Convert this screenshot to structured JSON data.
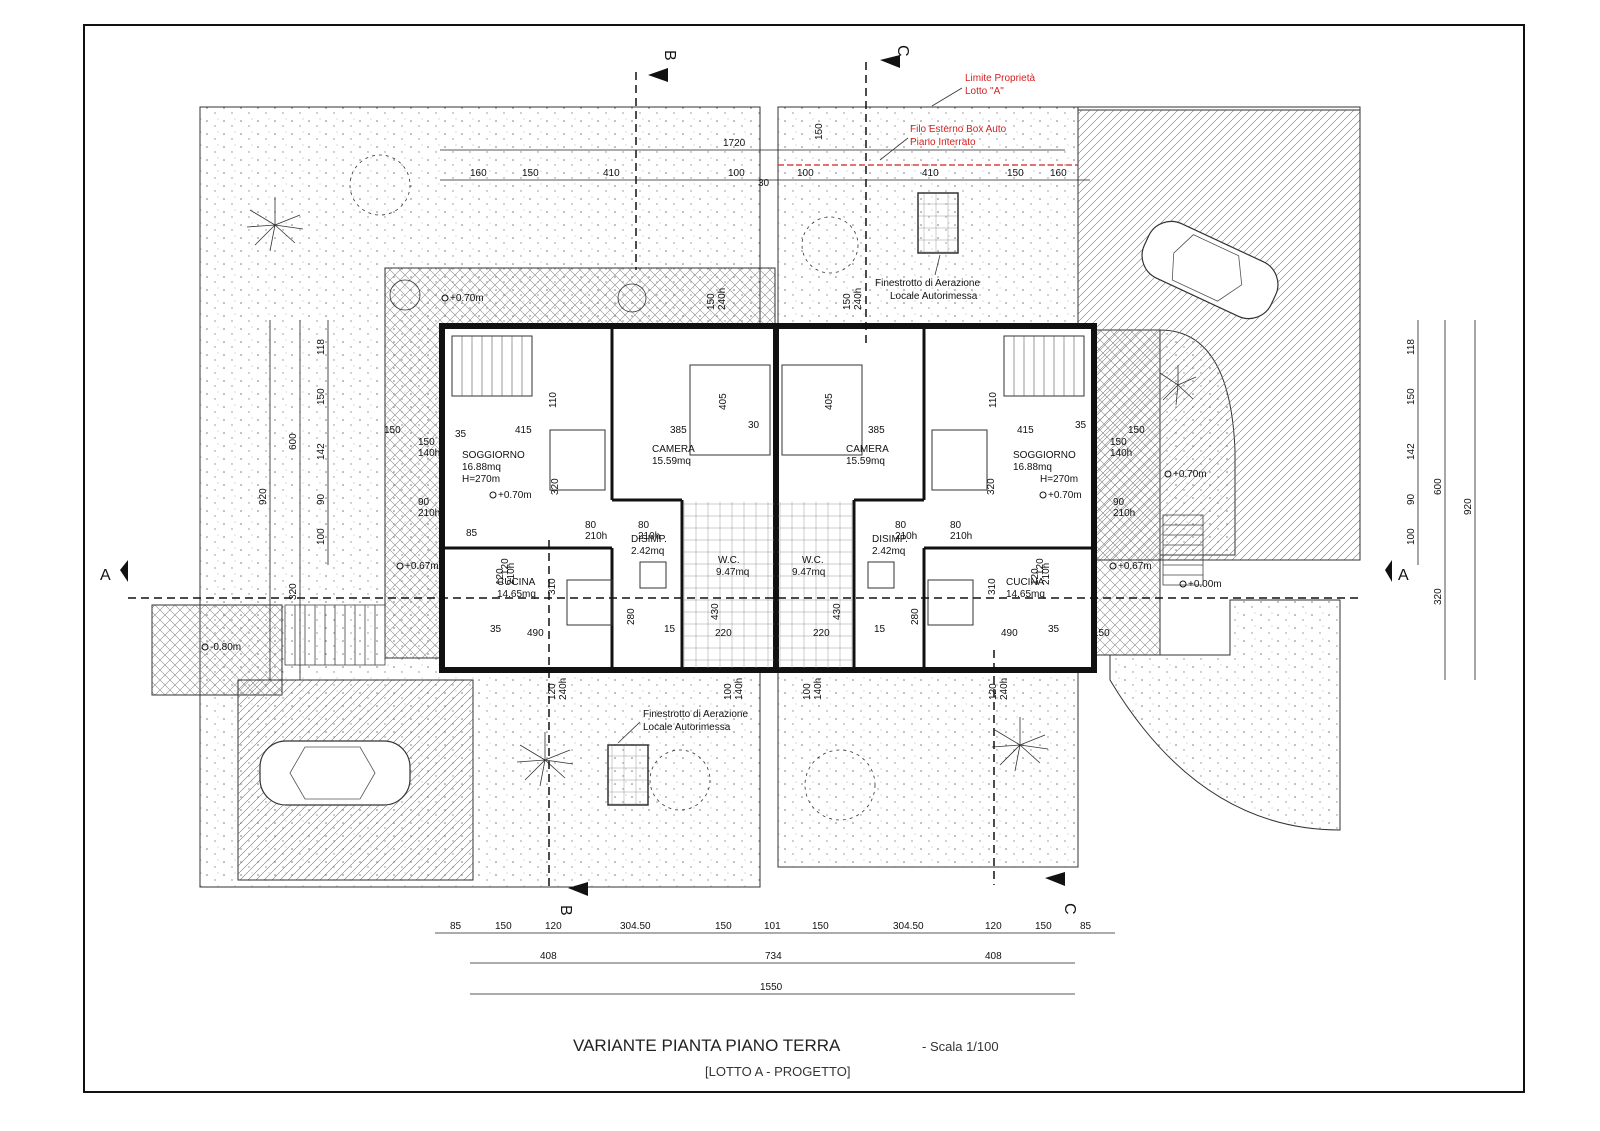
{
  "title": {
    "main": "VARIANTE PIANTA PIANO TERRA",
    "scale": "- Scala 1/100",
    "sub": "[LOTTO A - PROGETTO]"
  },
  "annotations": {
    "limite_1": "Limite Proprietà",
    "limite_2": "Lotto \"A\"",
    "filo_1": "Filo Esterno Box Auto",
    "filo_2": "Piano Interrato",
    "fin_top_1": "Finestrotto di Aerazione",
    "fin_top_2": "Locale Autorimessa",
    "fin_bot_1": "Finestrotto di Aerazione",
    "fin_bot_2": "Locale Autorimessa"
  },
  "sections": {
    "a": "A",
    "b": "B",
    "c": "C"
  },
  "rooms": {
    "soggiorno": "SOGGIORNO",
    "soggiorno_area": "16.88mq",
    "soggiorno_h": "H=270m",
    "camera": "CAMERA",
    "camera_area": "15.59mq",
    "disimp": "DISIMP.",
    "disimp_area": "2.42mq",
    "wc": "W.C.",
    "wc_area": "9.47mq",
    "cucina": "CUCINA",
    "cucina_area": "14.65mq"
  },
  "levels": {
    "l070": "+0.70m",
    "l067": "+0.67m",
    "l000": "+0.00m",
    "lm080": "-0.80m"
  },
  "dimensions": {
    "top_total": "1720",
    "top_row": [
      "160",
      "150",
      "410",
      "100",
      "30",
      "100",
      "410",
      "150",
      "160"
    ],
    "top_v150": "150",
    "bottom_row1": [
      "85",
      "150",
      "120",
      "304.50",
      "150",
      "101",
      "150",
      "304.50",
      "120",
      "150",
      "85"
    ],
    "bottom_row2": [
      "408",
      "734",
      "408"
    ],
    "bottom_total": "1550",
    "left_total": "920",
    "left_600": "600",
    "left_320": "320",
    "left_parts": [
      "118",
      "150",
      "142",
      "90",
      "100"
    ],
    "right_total": "920",
    "right_600": "600",
    "right_320": "320",
    "right_parts": [
      "118",
      "150",
      "142",
      "90",
      "100"
    ],
    "interior": {
      "d415": "415",
      "d385": "385",
      "d405": "405",
      "d30": "30",
      "d320": "320",
      "d490": "490",
      "d280": "280",
      "d430": "430",
      "d220": "220",
      "d310": "310",
      "d150": "150",
      "d35": "35",
      "d85": "85",
      "d15": "15",
      "d110": "110",
      "d120": "120",
      "w150_140": "150\n140h",
      "w90_210": "90\n210h",
      "w80_210": "80\n210h",
      "w120_210": "120\n210h",
      "w150_240": "150\n240h",
      "w100_140": "100\n140h",
      "w120_240": "120\n240h"
    }
  }
}
